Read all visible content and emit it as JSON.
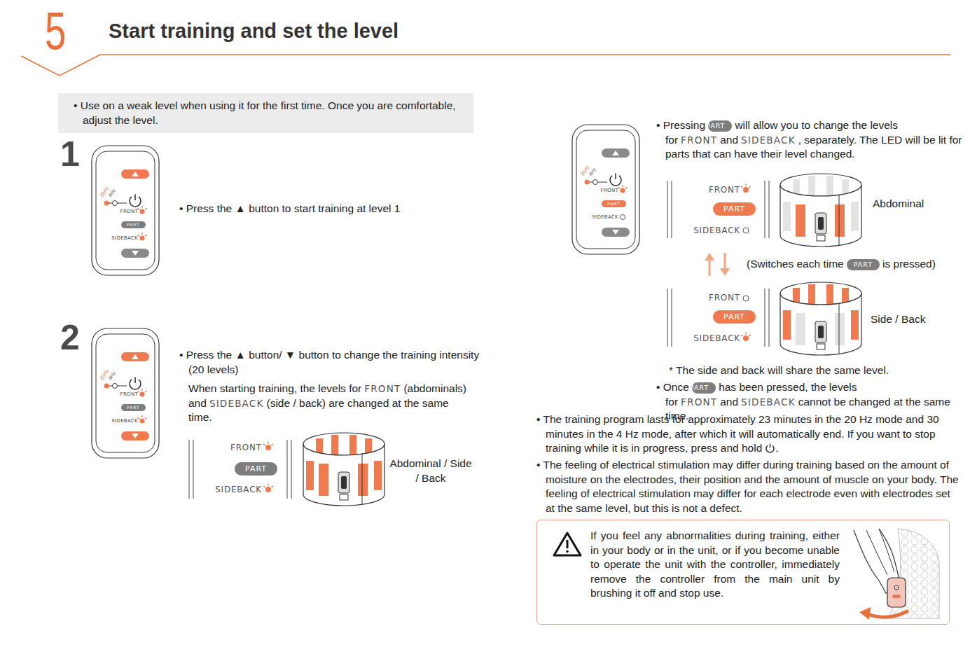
{
  "diagram": {
    "title": "Start training and set the level",
    "nodes": [
      {
        "text": [
          "• Use on a weak level when using it for the first time. Once you are comfortable, adjust the level."
        ]
      },
      {
        "text": [
          "PART"
        ]
      },
      {
        "text": [
          "PART"
        ]
      },
      {
        "text": [
          "PART"
        ]
      },
      {
        "text": [
          "PART"
        ]
      },
      {
        "text": [
          "PART"
        ]
      },
      {
        "text": [
          "PART"
        ]
      },
      {
        "text": [
          "PART"
        ]
      },
      {
        "text": [
          "PART"
        ]
      },
      {
        "text": [
          "PART"
        ]
      },
      {
        "text": [
          "If you feel any abnormalities during training, either in your body or in the unit, or if you become unable to operate the unit with the controller, immediately remove the controller from the main unit by brushing it off and stop use."
        ]
      }
    ],
    "labels": [
      "5",
      "1",
      "20Hz",
      "4Hz",
      "FRONT",
      "SIDEBACK",
      "• Press the ▲ button to start training at level 1",
      "2",
      "20Hz",
      "4Hz",
      "FRONT",
      "SIDEBACK",
      "• Press the ▲ button/ ▼ button to change the training intensity (20 levels)",
      "When starting training, the levels for",
      "FRONT",
      "(abdominals) and",
      "SIDEBACK",
      "(side / back) are changed at the same time.",
      "FRONT",
      "SIDEBACK",
      "Abdominal / Side / Back",
      "20Hz",
      "4Hz",
      "FRONT",
      "SIDEBACK",
      "• Pressing",
      "will allow you to change the levels for",
      "FRONT",
      "and",
      "SIDEBACK",
      ", separately. The LED will be lit for parts that can have their level changed.",
      "FRONT",
      "SIDEBACK",
      "Abdominal",
      "(Switches each time",
      "is pressed)",
      "FRONT",
      "SIDEBACK",
      "Side / Back",
      "* The side and back will share the same level.",
      "• Once",
      "has been pressed, the levels for",
      "FRONT",
      "and",
      "SIDEBACK",
      "cannot be changed at the same time.",
      "• The training program lasts for approximately 23 minutes in the 20 Hz mode and 30 minutes in the 4 Hz mode, after which it will automatically end. If you want to stop training while it is in progress, press and hold",
      ".",
      "• The feeling of electrical stimulation may differ during training based on the amount of moisture on the electrodes, their position and the amount of muscle on your body. The feeling of electrical stimulation may differ for each electrode even with electrodes set at the same level, but this is not a defect."
    ]
  }
}
